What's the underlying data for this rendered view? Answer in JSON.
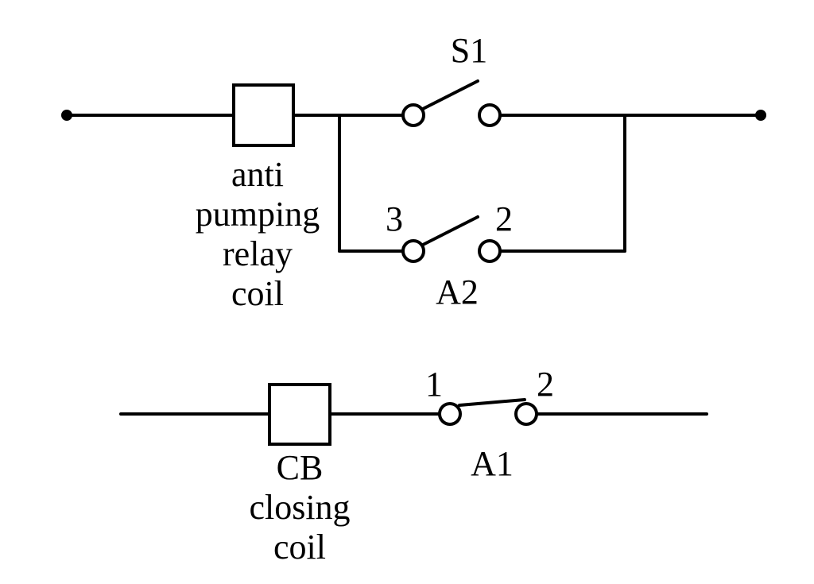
{
  "diagram": {
    "labels": {
      "s1": "S1",
      "a2": "A2",
      "a2_left_terminal": "3",
      "a2_right_terminal": "2",
      "a1": "A1",
      "a1_left_terminal": "1",
      "a1_right_terminal": "2"
    },
    "anti_pumping_coil": [
      "anti",
      "pumping",
      "relay",
      "coil"
    ],
    "cb_closing_coil": [
      "CB",
      "closing",
      "coil"
    ],
    "colors": {
      "line": "#000000",
      "background": "#ffffff"
    }
  }
}
